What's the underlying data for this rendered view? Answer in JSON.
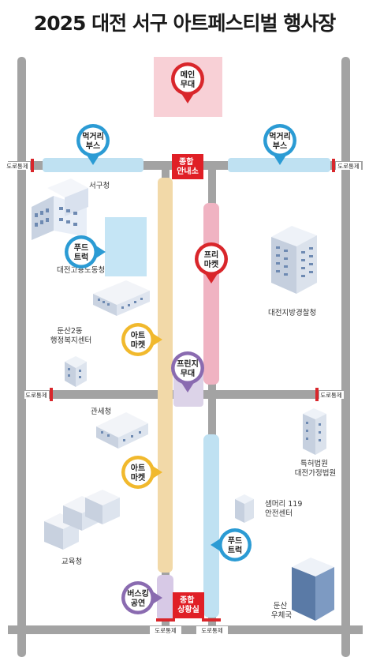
{
  "title": "2025 대전 서구 아트페스티벌 행사장",
  "colors": {
    "road": "#9a9a9a",
    "food_zone": "#bfe2f3",
    "art_zone": "#f3ddb0",
    "free_zone": "#f2b9c6",
    "stage_zone": "#f8d3d9",
    "fringe_zone": "#d7cde6",
    "marker_red": "#d9262b",
    "marker_blue": "#2b9bd4",
    "marker_yellow": "#f1b92d",
    "marker_purple": "#8a6bb0",
    "info_box": "#e01f26"
  },
  "markers": {
    "main_stage": "메인\n무대",
    "food_stall_left": "먹거리\n부스",
    "food_stall_right": "먹거리\n부스",
    "food_truck_top": "푸드\n트럭",
    "flea_market": "프리\n마켓",
    "art_market_top": "아트\n마켓",
    "fringe_stage": "프린지\n무대",
    "art_market_bottom": "아트\n마켓",
    "food_truck_bottom": "푸드\n트럭",
    "busking": "버스킹\n공연"
  },
  "info_boxes": {
    "info_center": "종합\n안내소",
    "situation_room": "종합\n상황실"
  },
  "road_closed": {
    "left_top": "도로통제",
    "right_top": "도로통제",
    "left_mid": "도로통제",
    "right_mid": "도로통제",
    "bottom_left": "도로통제",
    "bottom_right": "도로통제"
  },
  "buildings": {
    "seogu_office": "서구청",
    "labor_office": "대전고용노동청",
    "dunsan2_center": "둔산2동\n행정복지센터",
    "police_agency": "대전지방경찰청",
    "customs": "관세청",
    "court": "특허법원\n대전가정법원",
    "fire_119": "샘머리 119\n안전센터",
    "education_office": "교육청",
    "post_office": "둔산\n우체국"
  }
}
